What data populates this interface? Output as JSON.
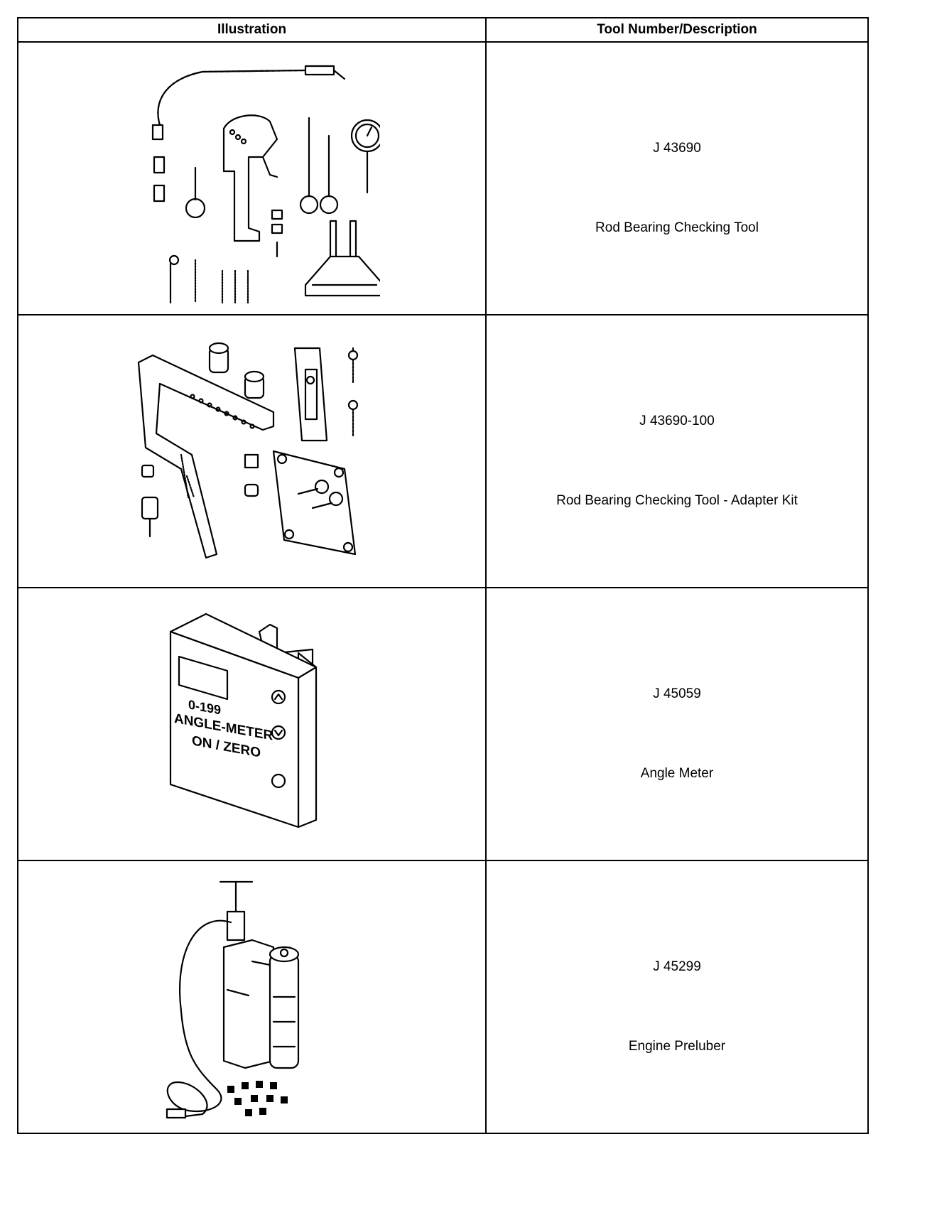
{
  "table": {
    "headers": [
      "Illustration",
      "Tool Number/Description"
    ],
    "rows": [
      {
        "tool_number": "J 43690",
        "description": "Rod Bearing Checking Tool",
        "illustration_icon": "rod-bearing-checking-tool-icon"
      },
      {
        "tool_number": "J 43690-100",
        "description": "Rod Bearing Checking Tool - Adapter Kit",
        "illustration_icon": "adapter-kit-icon"
      },
      {
        "tool_number": "J 45059",
        "description": "Angle Meter",
        "illustration_icon": "angle-meter-icon",
        "device_labels": [
          "0-199",
          "ANGLE-METER",
          "ON / ZERO"
        ]
      },
      {
        "tool_number": "J 45299",
        "description": "Engine Preluber",
        "illustration_icon": "engine-preluber-icon"
      }
    ]
  }
}
